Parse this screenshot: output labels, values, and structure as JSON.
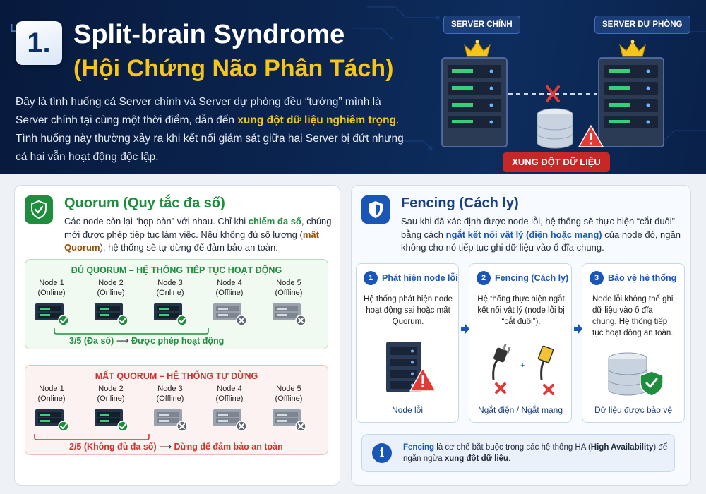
{
  "header": {
    "brand": "LANIT",
    "number": "1.",
    "title": "Split-brain Syndrome",
    "subtitle": "(Hội Chứng Não Phân Tách)",
    "desc_part1": "Đây là tình huống cả Server chính và Server dự phòng đều “tưởng” mình là Server chính tại cùng một thời điểm, dẫn đến ",
    "desc_highlight": "xung đột dữ liệu nghiêm trọng",
    "desc_part2": ". Tình huống này thường xảy ra khi kết nối giám sát giữa hai Server bị đứt nhưng cả hai vẫn hoạt động độc lập.",
    "server_main_label": "SERVER CHÍNH",
    "server_backup_label": "SERVER DỰ PHÒNG",
    "conflict_label": "XUNG ĐỘT DỮ LIỆU"
  },
  "quorum": {
    "title": "Quorum (Quy tắc đa số)",
    "desc_1": "Các node còn lại “họp bàn” với nhau. Chỉ khi ",
    "desc_hl1": "chiếm đa số",
    "desc_2": ", chúng mới được phép tiếp tục làm việc. Nếu không đủ số lượng (",
    "desc_hl2": "mất Quorum",
    "desc_3": "), hệ thống sẽ tự dừng để đảm bảo an toàn.",
    "ok_box": {
      "title": "ĐỦ QUORUM – HỆ THỐNG TIẾP TỤC HOẠT ĐỘNG",
      "nodes": [
        {
          "name": "Node 1",
          "status": "(Online)",
          "online": true
        },
        {
          "name": "Node 2",
          "status": "(Online)",
          "online": true
        },
        {
          "name": "Node 3",
          "status": "(Online)",
          "online": true
        },
        {
          "name": "Node 4",
          "status": "(Offline)",
          "online": false
        },
        {
          "name": "Node 5",
          "status": "(Offline)",
          "online": false
        }
      ],
      "count": "3/5 (Đa số)",
      "arrow": "⟶",
      "result": "Được phép hoạt động"
    },
    "lost_box": {
      "title": "MẤT QUORUM – HỆ THỐNG TỰ DỪNG",
      "nodes": [
        {
          "name": "Node 1",
          "status": "(Online)",
          "online": true
        },
        {
          "name": "Node 2",
          "status": "(Online)",
          "online": true
        },
        {
          "name": "Node 3",
          "status": "(Offline)",
          "online": false
        },
        {
          "name": "Node 4",
          "status": "(Offline)",
          "online": false
        },
        {
          "name": "Node 5",
          "status": "(Offline)",
          "online": false
        }
      ],
      "count": "2/5 (Không đủ đa số)",
      "arrow": "⟶",
      "result": "Dừng để đảm bảo an toàn"
    }
  },
  "fencing": {
    "title": "Fencing (Cách ly)",
    "desc_1": "Sau khi đã xác định được node lỗi, hệ thống sẽ thực hiện “cắt đuôi” bằng cách ",
    "desc_hl": "ngắt kết nối vật lý (điện hoặc mạng)",
    "desc_2": " của node đó, ngăn không cho nó tiếp tục ghi dữ liệu vào ổ đĩa chung.",
    "steps": [
      {
        "num": "1",
        "title": "Phát hiện node lỗi",
        "text": "Hệ thống phát hiện node hoạt động sai hoặc mất Quorum.",
        "caption": "Node lỗi"
      },
      {
        "num": "2",
        "title": "Fencing (Cách ly)",
        "text": "Hệ thống thực hiện ngắt kết nối vật lý (node lỗi bị “cắt đuôi”).",
        "caption": "Ngắt điện / Ngắt mạng"
      },
      {
        "num": "3",
        "title": "Bảo vệ hệ thống",
        "text": "Node lỗi không thể ghi dữ liệu vào ổ đĩa chung. Hệ thống tiếp tục hoạt động an toàn.",
        "caption": "Dữ liệu được bảo vệ"
      }
    ],
    "note_hl1": "Fencing",
    "note_1": " là cơ chế bắt buộc trong các hệ thống HA (",
    "note_hl2": "High Availability",
    "note_2": ") để ngăn ngừa ",
    "note_hl3": "xung đột dữ liệu",
    "note_3": "."
  },
  "colors": {
    "header_bg": "#0b2550",
    "accent_yellow": "#f5c518",
    "green": "#1e8e3e",
    "red": "#d32f2f",
    "blue": "#1a56b8"
  }
}
